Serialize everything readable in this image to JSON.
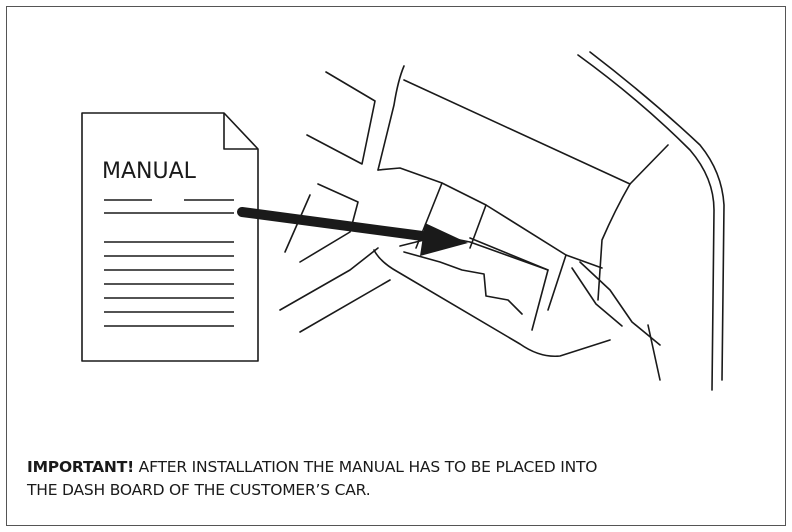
{
  "document_label": "MANUAL",
  "notice": {
    "strong": "IMPORTANT!",
    "line1": " AFTER INSTALLATION THE MANUAL HAS TO BE PLACED INTO",
    "line2": "THE DASH BOARD OF THE CUSTOMER’S CAR."
  }
}
